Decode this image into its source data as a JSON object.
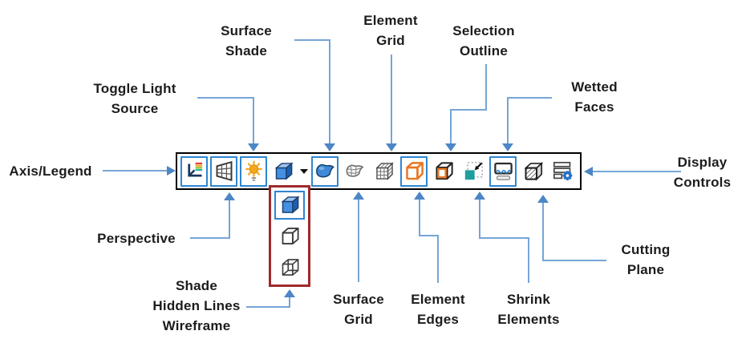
{
  "figure": {
    "description": "Annotated display toolbar with callout labels"
  },
  "colors": {
    "arrow_line": "#76a5d7",
    "arrow_head": "#4c86c6",
    "active_button_border": "#2e86d1",
    "dropdown_border": "#9e2a2b",
    "toolbar_border": "#000000",
    "orange_accent": "#e87722",
    "teal_accent": "#1f9e9e",
    "cube_blue": "#4490e2",
    "sun_orange": "#f5a81c",
    "gear_blue": "#2470c8"
  },
  "callouts": {
    "axis_legend": "Axis/Legend",
    "perspective": "Perspective",
    "toggle_light": "Toggle Light\nSource",
    "surface_shade": "Surface\nShade",
    "element_grid": "Element\nGrid",
    "selection_outline": "Selection\nOutline",
    "wetted_faces": "Wetted\nFaces",
    "display_controls": "Display\nControls",
    "shade_menu": "Shade\nHidden Lines\nWireframe",
    "surface_grid": "Surface\nGrid",
    "element_edges": "Element\nEdges",
    "shrink_elements": "Shrink\nElements",
    "cutting_plane": "Cutting\nPlane"
  },
  "toolbar": {
    "buttons": [
      {
        "name": "axis-legend",
        "active": true
      },
      {
        "name": "perspective",
        "active": true
      },
      {
        "name": "toggle-light-source",
        "active": true
      },
      {
        "name": "shade",
        "active": false,
        "has_dropdown": true
      },
      {
        "name": "surface-shade",
        "active": true
      },
      {
        "name": "surface-grid",
        "active": false
      },
      {
        "name": "element-grid",
        "active": false
      },
      {
        "name": "element-edges",
        "active": true
      },
      {
        "name": "selection-outline",
        "active": false
      },
      {
        "name": "shrink-elements",
        "active": false
      },
      {
        "name": "wetted-faces",
        "active": true
      },
      {
        "name": "cutting-plane",
        "active": false
      },
      {
        "name": "display-controls",
        "active": false
      }
    ],
    "shade_dropdown": {
      "items": [
        {
          "name": "shade",
          "selected": true
        },
        {
          "name": "hidden-lines",
          "selected": false
        },
        {
          "name": "wireframe",
          "selected": false
        }
      ]
    }
  }
}
